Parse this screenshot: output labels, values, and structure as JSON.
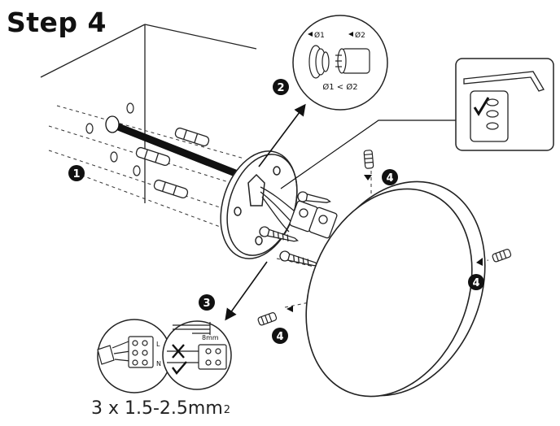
{
  "title": "Step 4",
  "cable_spec": {
    "text": "3 x 1.5-2.5mm",
    "superscript": "2"
  },
  "step_badges": [
    "1",
    "2",
    "3",
    "4"
  ],
  "detail2": {
    "label_d1": "Ø1",
    "label_d2": "Ø2",
    "compare": "Ø1 < Ø2"
  },
  "detail3": {
    "terminal_l": "L",
    "terminal_n": "N",
    "strip_length": "8mm"
  }
}
